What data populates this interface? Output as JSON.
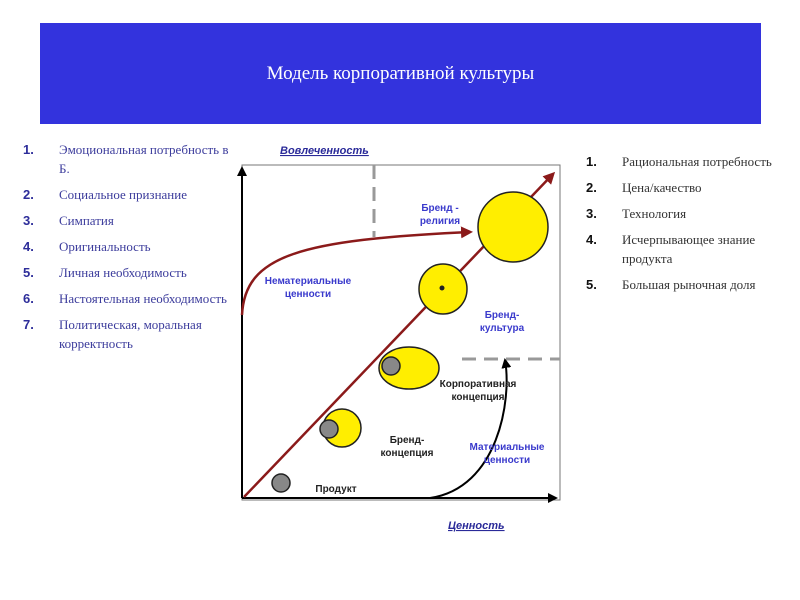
{
  "title": "Модель корпоративной культуры",
  "left_list": [
    {
      "num": "1.",
      "text": "Эмоциональная потребность в Б."
    },
    {
      "num": "2.",
      "text": "Социальное признание"
    },
    {
      "num": "3.",
      "text": "Симпатия"
    },
    {
      "num": "4.",
      "text": "Оригинальность"
    },
    {
      "num": "5.",
      "text": "Личная необходимость"
    },
    {
      "num": "6.",
      "text": "Настоятельная необходимость"
    },
    {
      "num": "7.",
      "text": "Политическая, моральная корректность"
    }
  ],
  "right_list": [
    {
      "num": "1.",
      "text": "Рациональная потребность"
    },
    {
      "num": "2.",
      "text": "Цена/качество"
    },
    {
      "num": "3.",
      "text": "Технология"
    },
    {
      "num": "4.",
      "text": "Исчерпывающее знание продукта"
    },
    {
      "num": "5.",
      "text": "Большая рыночная доля"
    }
  ],
  "diagram": {
    "y_axis": "Вовлеченность",
    "x_axis": "Ценность",
    "labels": {
      "brand_religion": [
        "Бренд -",
        "религия"
      ],
      "intangible": [
        "Нематериальные",
        "ценности"
      ],
      "brand_culture": [
        "Бренд-",
        "культура"
      ],
      "corporate_concept": [
        "Корпоративная",
        "концепция"
      ],
      "brand_concept": [
        "Бренд-",
        "концепция"
      ],
      "material": [
        "Материальные",
        "ценности"
      ],
      "product": "Продукт"
    },
    "colors": {
      "yellow": "#ffee00",
      "gray": "#888888",
      "red_arrow": "#8b1a1a",
      "blue_text": "#3a3acc"
    }
  }
}
